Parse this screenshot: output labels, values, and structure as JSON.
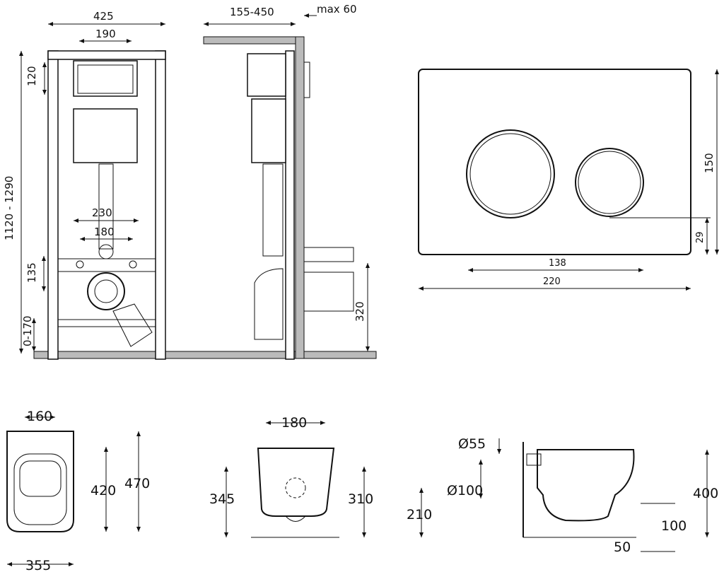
{
  "frame_front": {
    "width": "425",
    "panel_width": "190",
    "panel_height": "120",
    "height_range": "1120 - 1290",
    "bolt_outer": "230",
    "bolt_inner": "180",
    "outlet_height": "135",
    "foot_adjust": "0-170"
  },
  "frame_side": {
    "depth_range": "155-450",
    "wall_max": "max 60",
    "drain_height": "320"
  },
  "flush_plate": {
    "height": "150",
    "button_offset": "29",
    "button_span": "138",
    "width": "220"
  },
  "bowl_top": {
    "seat_holes": "160",
    "inner_length": "420",
    "length": "470",
    "width": "355"
  },
  "bowl_rear": {
    "bolt_span": "180",
    "height_total": "345",
    "height_body": "310"
  },
  "bowl_side": {
    "inlet_diameter": "Ø55",
    "outlet_diameter": "Ø100",
    "height": "400",
    "outlet_height": "210",
    "rim_offset": "100",
    "floor_offset": "50"
  }
}
